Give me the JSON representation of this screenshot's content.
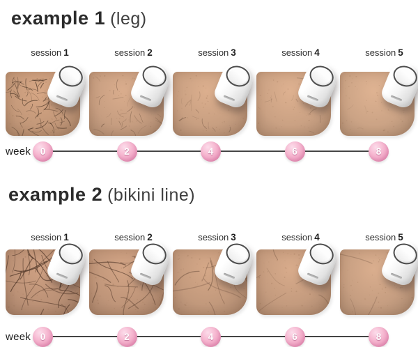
{
  "page": {
    "background": "#ffffff"
  },
  "colors": {
    "title_text": "#2b2b2b",
    "label_text": "#2e2e2e",
    "timeline_line": "#454545",
    "week_dot_pink": "#f6b8d1",
    "week_dot_edge": "#e288ae",
    "week_number_text": "#ffffff",
    "device_body": "#ffffff",
    "device_ring_outline": "#4d4d4d",
    "hair_leg": "#4a3526",
    "hair_bikini": "#53392a"
  },
  "icons": [
    {
      "name": "ipl-device",
      "meaning": "white handheld IPL hair-removal device resting on skin"
    },
    {
      "name": "device-flash-window-icon",
      "meaning": "oval flash window on top of device"
    },
    {
      "name": "week-dot",
      "meaning": "glossy pink sphere marking a week number on the timeline"
    }
  ],
  "examples": [
    {
      "title_bold": "example 1",
      "title_light": "(leg)",
      "week_label": "week",
      "weeks": [
        "0",
        "2",
        "4",
        "6",
        "8"
      ],
      "sessions": [
        {
          "label": "session",
          "number": "1",
          "skin": "#c39879",
          "hair_style": "fine-short",
          "hair_count": 85,
          "hair_strength": 1.0
        },
        {
          "label": "session",
          "number": "2",
          "skin": "#c69d80",
          "hair_style": "fine-short",
          "hair_count": 32,
          "hair_strength": 0.55
        },
        {
          "label": "session",
          "number": "3",
          "skin": "#c89f81",
          "hair_style": "fine-short",
          "hair_count": 18,
          "hair_strength": 0.42
        },
        {
          "label": "session",
          "number": "4",
          "skin": "#caa183",
          "hair_style": "fine-short",
          "hair_count": 10,
          "hair_strength": 0.3
        },
        {
          "label": "session",
          "number": "5",
          "skin": "#cba385",
          "hair_style": "fine-short",
          "hair_count": 4,
          "hair_strength": 0.22
        }
      ]
    },
    {
      "title_bold": "example 2",
      "title_light": "(bikini line)",
      "week_label": "week",
      "weeks": [
        "0",
        "2",
        "4",
        "6",
        "8"
      ],
      "sessions": [
        {
          "label": "session",
          "number": "1",
          "skin": "#bb9176",
          "hair_style": "curly-long",
          "hair_count": 34,
          "hair_strength": 1.0
        },
        {
          "label": "session",
          "number": "2",
          "skin": "#bf9579",
          "hair_style": "curly-long",
          "hair_count": 20,
          "hair_strength": 0.8
        },
        {
          "label": "session",
          "number": "3",
          "skin": "#c2997c",
          "hair_style": "curly-long",
          "hair_count": 11,
          "hair_strength": 0.55
        },
        {
          "label": "session",
          "number": "4",
          "skin": "#c49b7e",
          "hair_style": "curly-long",
          "hair_count": 6,
          "hair_strength": 0.4
        },
        {
          "label": "session",
          "number": "5",
          "skin": "#c69e81",
          "hair_style": "curly-long",
          "hair_count": 3,
          "hair_strength": 0.3
        }
      ]
    }
  ]
}
